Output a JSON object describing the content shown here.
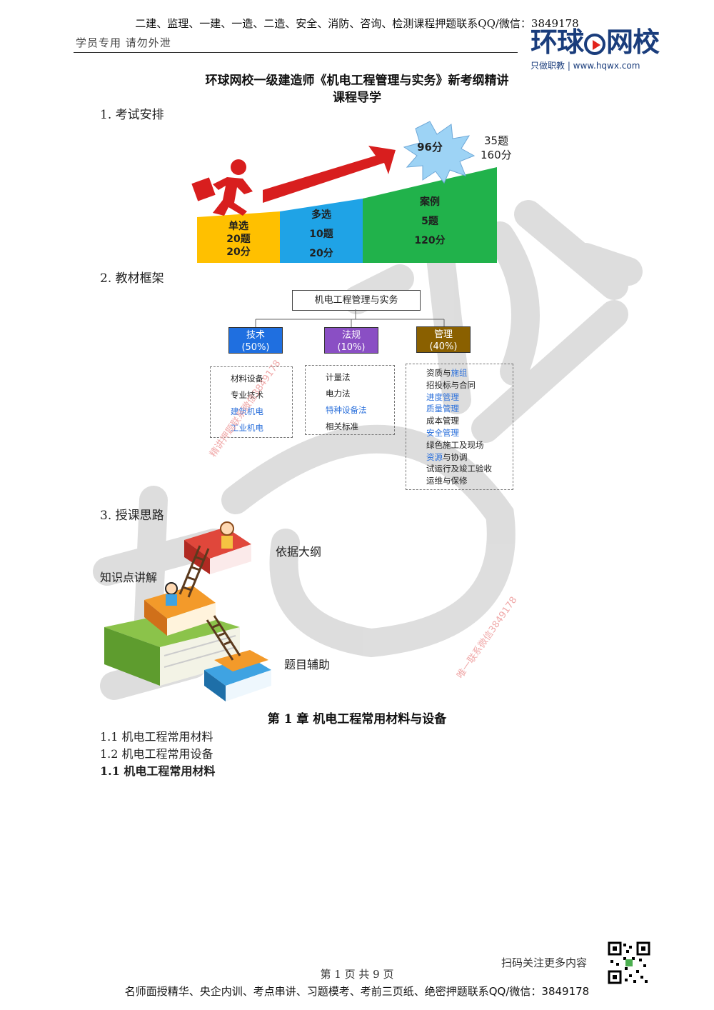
{
  "header": {
    "banner": "二建、监理、一建、一造、二造、安全、消防、咨询、检测课程押题联系QQ/微信：3849178",
    "student_note": "学员专用 请勿外泄",
    "logo_part1": "环球",
    "logo_part2": "网校",
    "logo_tagline": "只做职教 | www.hqwx.com"
  },
  "title": {
    "line1": "环球网校一级建造师《机电工程管理与实务》新考纲精讲",
    "line2": "课程导学"
  },
  "sections": {
    "s1": "1. 考试安排",
    "s2": "2. 教材框架",
    "s3": "3. 授课思路"
  },
  "exam": {
    "single": [
      "单选",
      "20题",
      "20分"
    ],
    "multi": [
      "多选",
      "10题",
      "20分"
    ],
    "case": [
      "案例",
      "5题",
      "120分"
    ],
    "score_burst": "96分",
    "total_questions": "35题",
    "total_points": "160分",
    "colors": {
      "single": "#FFC000",
      "multi": "#1FA3E6",
      "case": "#21B24B",
      "arrow": "#D81E1E",
      "burst": "#9DD3F5"
    }
  },
  "framework": {
    "root": "机电工程管理与实务",
    "categories": [
      {
        "name": "技术",
        "pct": "(50%)",
        "color": "#1F6FE0"
      },
      {
        "name": "法规",
        "pct": "(10%)",
        "color": "#8A4FC4"
      },
      {
        "name": "管理",
        "pct": "(40%)",
        "color": "#8A6000"
      }
    ],
    "tech_items": [
      "材料设备",
      "专业技术",
      "建筑机电",
      "工业机电"
    ],
    "law_items": [
      "计量法",
      "电力法",
      "特种设备法",
      "相关标准"
    ],
    "mgmt_items": [
      {
        "a": "资质与",
        "b": "施组"
      },
      {
        "a": "招投标与合同",
        "b": ""
      },
      {
        "a": "",
        "b": "进度管理"
      },
      {
        "a": "",
        "b": "质量管理"
      },
      {
        "a": "成本管理",
        "b": ""
      },
      {
        "a": "",
        "b": "安全管理"
      },
      {
        "a": "绿色施工及现场",
        "b": ""
      },
      {
        "a": "",
        "b": "资源",
        "c": "与协调"
      },
      {
        "a": "试运行及竣工验收",
        "b": ""
      },
      {
        "a": "运维与保修",
        "b": ""
      }
    ]
  },
  "teaching": {
    "outline": "依据大纲",
    "knowledge": "知识点讲解",
    "exercise": "题目辅助"
  },
  "chapter": {
    "title": "第 1 章  机电工程常用材料与设备",
    "item1": "1.1  机电工程常用材料",
    "item2": "1.2  机电工程常用设备",
    "item3": "1.1  机电工程常用材料"
  },
  "watermarks": {
    "diag1": "精讲押题联系微信3849178",
    "diag2": "唯一联系微信3849178"
  },
  "footer": {
    "qr_caption": "扫码关注更多内容",
    "page_number": "第 1 页 共 9 页",
    "banner": "名师面授精华、央企内训、考点串讲、习题模考、考前三页纸、绝密押题联系QQ/微信：3849178"
  }
}
